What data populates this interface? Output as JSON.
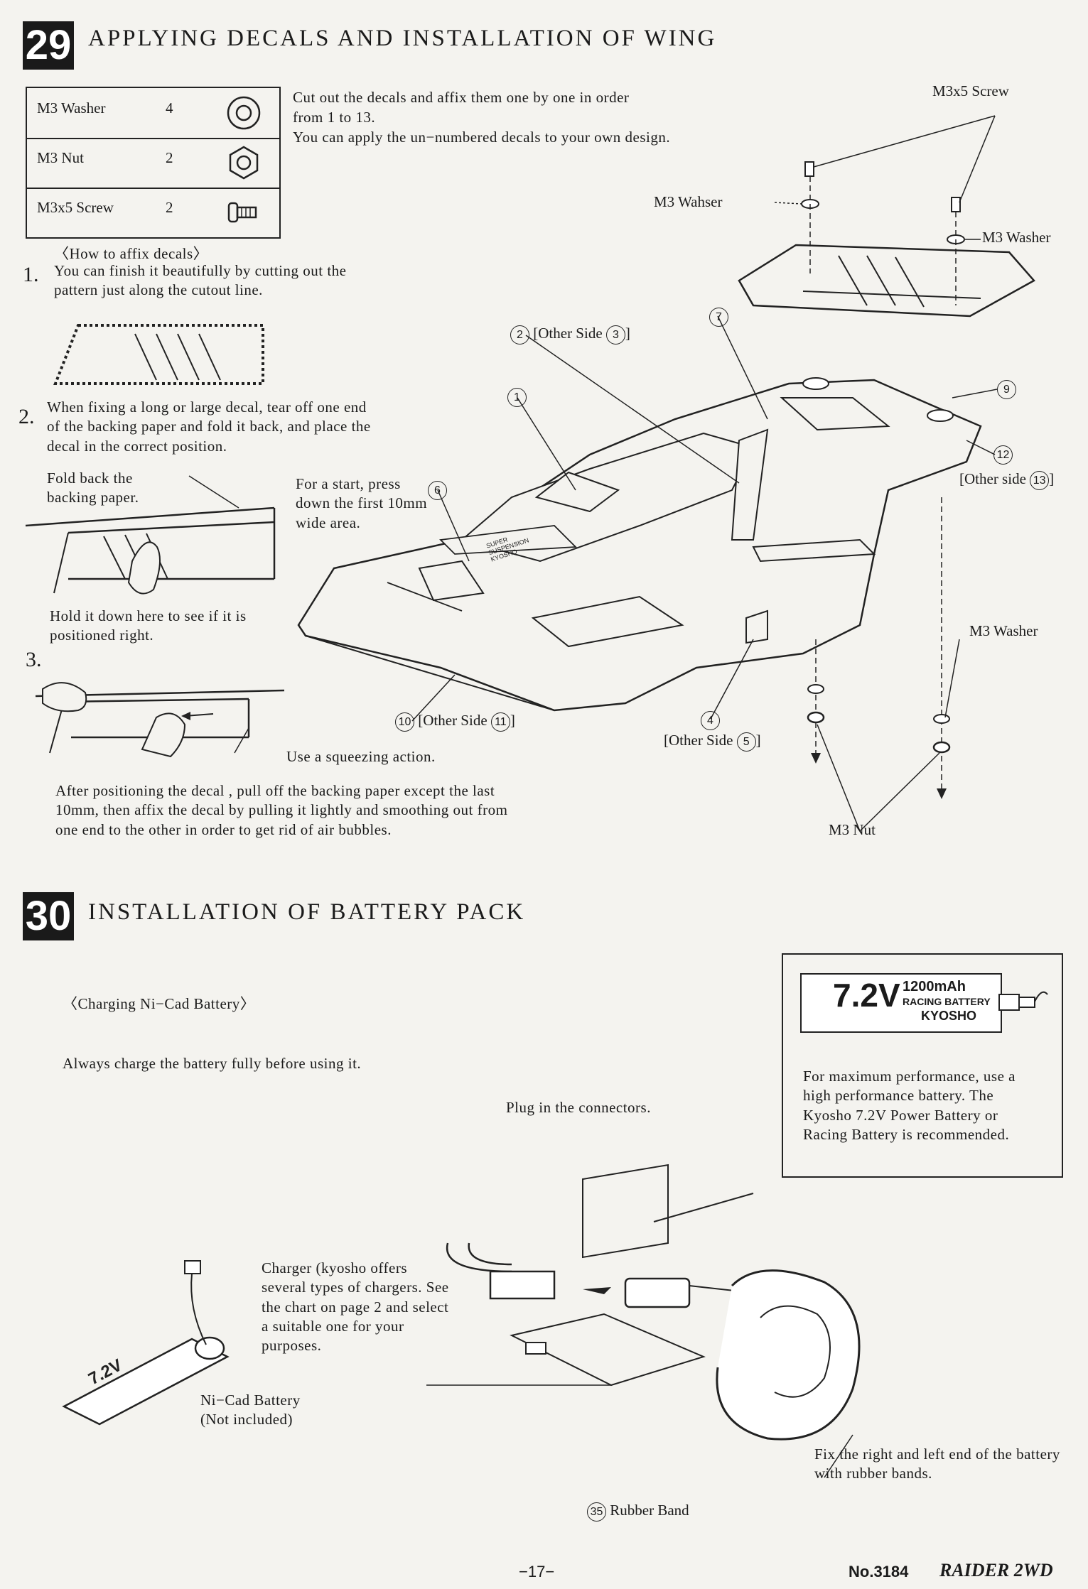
{
  "step29": {
    "number": "29",
    "title": "APPLYING DECALS AND INSTALLATION OF WING",
    "parts": [
      {
        "name": "M3 Washer",
        "qty": "4",
        "icon": "washer-icon"
      },
      {
        "name": "M3 Nut",
        "qty": "2",
        "icon": "nut-icon"
      },
      {
        "name": "M3x5 Screw",
        "qty": "2",
        "icon": "screw-icon"
      }
    ],
    "intro_lines": [
      "Cut out the decals and affix them one by one in order",
      "from 1 to 13.",
      "You can apply the un−numbered decals to your own design."
    ],
    "how_to_heading": "〈How to affix decals〉",
    "instr1_num": "1.",
    "instr1": "You can finish it beautifully by cutting out the pattern just along the cutout line.",
    "instr2_num": "2.",
    "instr2": "When fixing a long or large decal, tear off one end of the backing paper and fold it back, and place the decal in the correct position.",
    "fold_back": "Fold back the backing paper.",
    "for_start": "For a start, press down the first 10mm wide area.",
    "hold_down": "Hold it down here to see if it is positioned right.",
    "instr3_num": "3.",
    "squeeze": "Use a squeezing action.",
    "after_text": "After positioning the decal , pull off the backing paper except the last 10mm, then affix the decal by pulling it lightly and smoothing out from one end to the other in order to get rid of air bubbles.",
    "wing_labels": {
      "screw": "M3x5 Screw",
      "washer_left": "M3 Wahser",
      "washer_right": "M3 Washer",
      "washer_lower": "M3 Washer",
      "nut": "M3 Nut"
    },
    "decal_callouts": {
      "c1": "1",
      "c2": "2",
      "c2_text": "[Other Side",
      "c2_ref": "3",
      "c4": "4",
      "c4_text": "[Other Side",
      "c4_ref": "5",
      "c6": "6",
      "c7": "7",
      "c9": "9",
      "c10": "10",
      "c10_text": "[Other Side",
      "c10_ref": "11",
      "c12": "12",
      "c12_text": "[Other side",
      "c12_ref": "13"
    },
    "decal_sticker": "SUPER SUSPENSION KYOSHO"
  },
  "step30": {
    "number": "30",
    "title": "INSTALLATION OF BATTERY PACK",
    "charging_heading": "〈Charging Ni−Cad Battery〉",
    "charge_text": "Always charge the battery fully before using it.",
    "plug_text": "Plug in the connectors.",
    "recommend_text": "For maximum performance, use a high performance battery. The Kyosho 7.2V Power Battery or Racing Battery is recommended.",
    "battery_label_big": "7.2V",
    "battery_label_cap": "1200mAh",
    "battery_label_type": "RACING BATTERY",
    "battery_label_brand": "KYOSHO",
    "charger_text": "Charger (kyosho offers several types of chargers. See the chart on page 2 and select a suitable one for your purposes.",
    "nicad_text": "Ni−Cad Battery (Not included)",
    "fix_text": "Fix the right and left end of the battery with rubber bands.",
    "rubber_band_num": "35",
    "rubber_band_text": "Rubber Band"
  },
  "footer": {
    "page": "−17−",
    "model_no": "No.3184",
    "model_name": "RAIDER 2WD"
  }
}
